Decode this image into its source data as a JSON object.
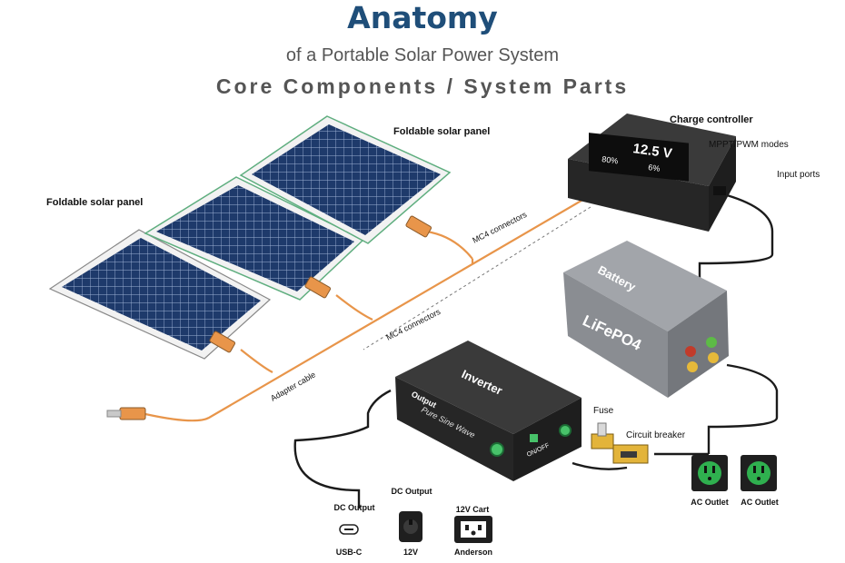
{
  "header": {
    "title": "Anatomy",
    "subtitle": "of a Portable Solar Power System",
    "section": "Core Components / System Parts"
  },
  "labels": {
    "panel_left": "Foldable solar panel",
    "panel_right": "Foldable solar panel",
    "charge_controller": "Charge controller",
    "mppt_modes": "MPPT/PWM modes",
    "input_ports": "Input ports",
    "mc4_upper": "MC4 connectors",
    "mc4_lower": "MC4 connectors",
    "adapter_cable": "Adapter cable",
    "fuse": "Fuse",
    "circuit_breaker": "Circuit breaker",
    "ac_outlet_1": "AC Outlet",
    "ac_outlet_2": "AC Outlet",
    "dc_output_left": "DC Output",
    "dc_output_mid": "DC Output",
    "cart_12v": "12V Cart",
    "usb_c": "USB-C",
    "v12": "12V",
    "anderson": "Anderson"
  },
  "controller_display": {
    "voltage": "12.5 V",
    "left_value": "80%",
    "right_value": "6%"
  },
  "battery": {
    "label": "Battery",
    "chemistry": "LiFePO4"
  },
  "inverter": {
    "label": "Inverter",
    "output": "Output",
    "wave": "Pure Sine Wave",
    "switch": "ON/OFF"
  },
  "colors": {
    "title": "#1f4e79",
    "cable_orange": "#e8954a",
    "panel_cell": "#1e3a6b",
    "frame_green": "#5fae7f",
    "device_dark": "#2b2b2b",
    "battery_gray": "#8a8d92"
  }
}
